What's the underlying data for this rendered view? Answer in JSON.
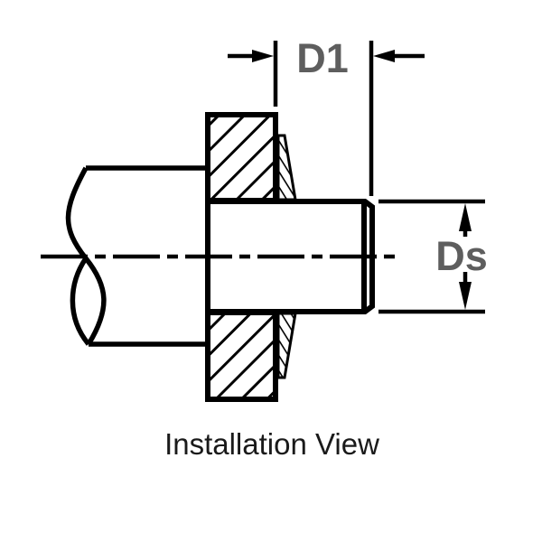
{
  "caption": {
    "text": "Installation View"
  },
  "dimensions": {
    "d1": {
      "label": "D1"
    },
    "ds": {
      "label": "Ds"
    }
  },
  "colors": {
    "line": "#000000",
    "dimension_label": "#5e5e5e",
    "caption_text": "#1a1a1a",
    "background": "#ffffff"
  }
}
